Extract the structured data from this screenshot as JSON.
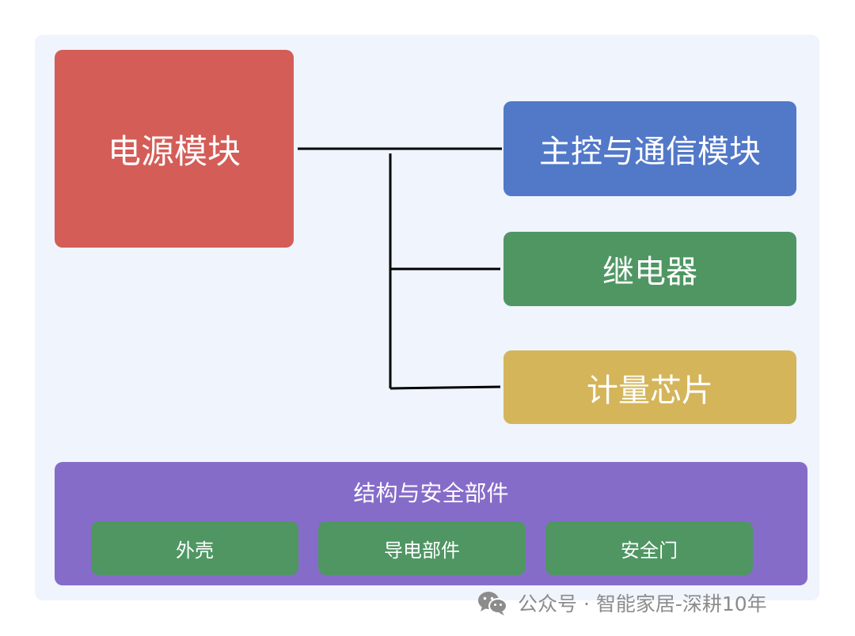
{
  "diagram": {
    "power_module": "电源模块",
    "mcu_comm_module": "主控与通信模块",
    "relay": "继电器",
    "metering_chip": "计量芯片",
    "structure": {
      "title": "结构与安全部件",
      "items": [
        "外壳",
        "导电部件",
        "安全门"
      ]
    }
  },
  "watermark": {
    "text": "公众号 · 智能家居-深耕10年",
    "icon": "wechat-icon"
  },
  "colors": {
    "panel_bg": "#eff4fd",
    "power": "#d45d58",
    "mcu": "#5278c8",
    "relay": "#4f9663",
    "meter": "#d4b55a",
    "structure": "#866cc9"
  }
}
